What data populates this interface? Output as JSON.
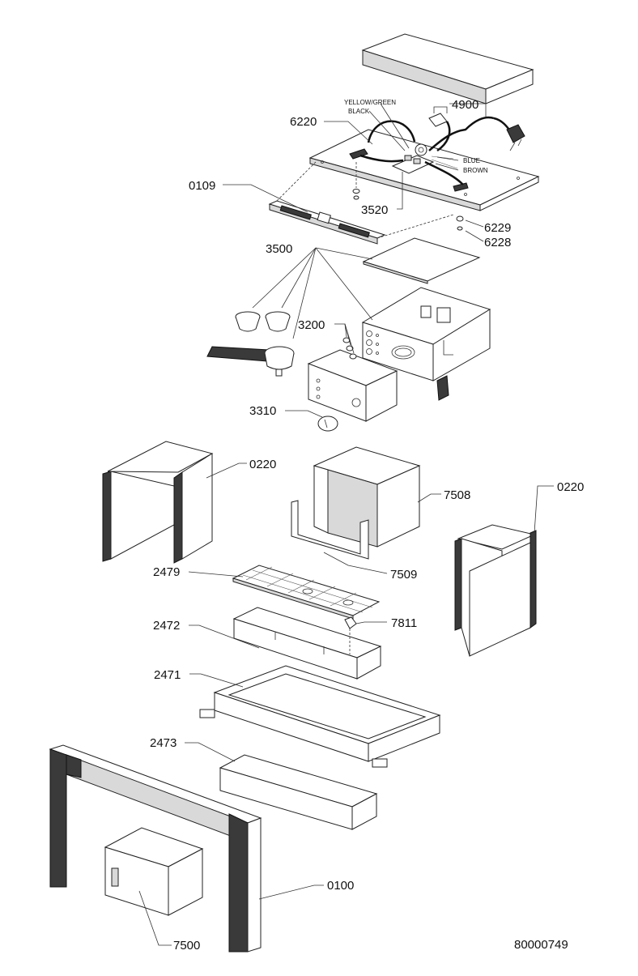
{
  "part_labels": {
    "p4900": "4900",
    "p6220": "6220",
    "p0109": "0109",
    "p3520": "3520",
    "p6229": "6229",
    "p6228": "6228",
    "p3500": "3500",
    "p3200": "3200",
    "p3310": "3310",
    "p0220_left": "0220",
    "p0220_right": "0220",
    "p7508": "7508",
    "p7509": "7509",
    "p2479": "2479",
    "p2472": "2472",
    "p7811": "7811",
    "p2471": "2471",
    "p2473": "2473",
    "p0100": "0100",
    "p7500": "7500"
  },
  "wire_labels": {
    "yellow_green": "YELLOW/GREEN",
    "black": "BLACK",
    "blue": "BLUE",
    "brown": "BROWN"
  },
  "drawing_number": "80000749"
}
